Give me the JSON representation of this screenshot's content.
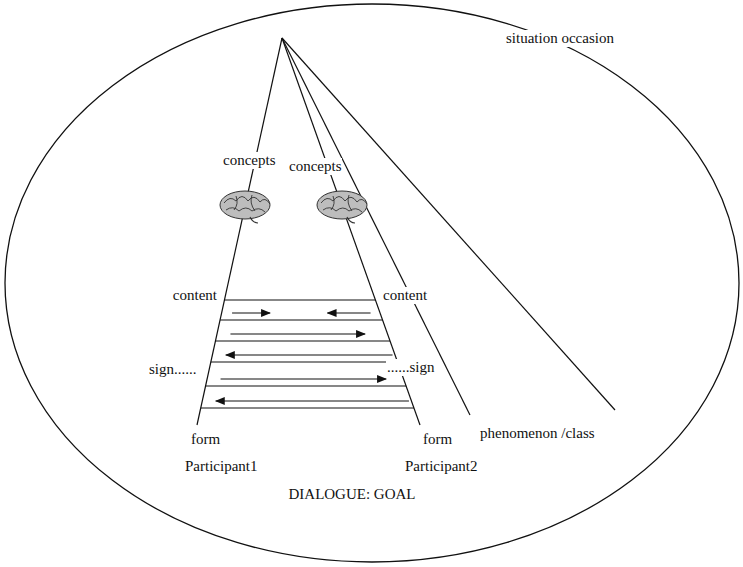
{
  "diagram": {
    "labels": [
      "situation occasion",
      "concepts",
      "concepts",
      "content",
      "content",
      "sign......",
      "......sign",
      "form",
      "form",
      "phenomenon /class",
      "Participant1",
      "Participant2",
      "DIALOGUE: GOAL"
    ]
  }
}
